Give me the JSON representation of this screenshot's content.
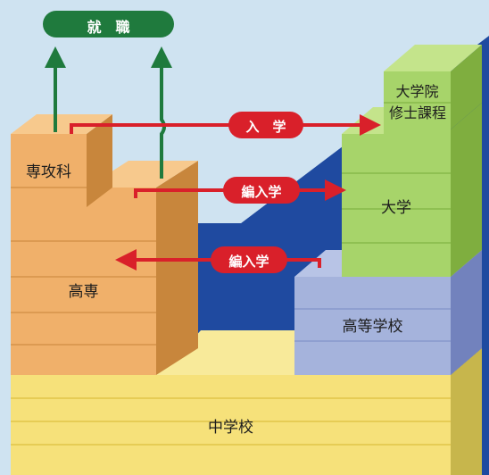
{
  "labels": {
    "employment": "就　職",
    "admission": "入　学",
    "transfer_upper": "編入学",
    "transfer_lower": "編入学",
    "advanced_course": "専攻科",
    "kosen": "高専",
    "grad_school_line1": "大学院",
    "grad_school_line2": "修士課程",
    "university": "大学",
    "high_school": "高等学校",
    "junior_high": "中学校"
  },
  "colors": {
    "background": "#cfe3f1",
    "diagonal_band": "#1f4aa0",
    "kosen_front": "#f0b06a",
    "kosen_side": "#c8863c",
    "kosen_top": "#f7c98d",
    "green_front": "#a7d46a",
    "green_side": "#7fae3f",
    "green_top": "#c4e48b",
    "blue_front": "#a5b3dc",
    "blue_side": "#7282bd",
    "yellow_front": "#f6e17a",
    "yellow_top": "#f8ea9a",
    "yellow_side": "#c7b64c",
    "red_arrow": "#d9202a",
    "green_arrow": "#1f7a3d",
    "employment_pill": "#1f7a3d"
  }
}
